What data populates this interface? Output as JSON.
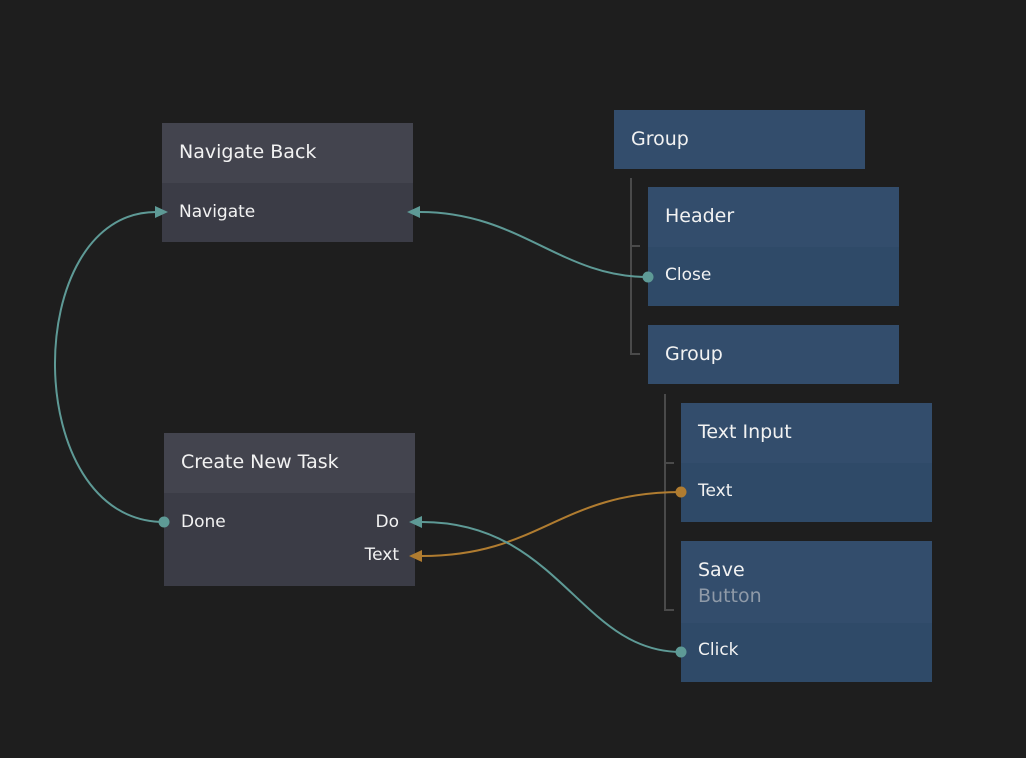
{
  "colors": {
    "background": "#1e1e1e",
    "logic_node": "#3b3c46",
    "visual_node": "#2f4a68",
    "signal_wire": "#5e9a96",
    "data_wire": "#b07c30"
  },
  "nodes": {
    "navigate_back": {
      "title": "Navigate Back",
      "ports": {
        "navigate": "Navigate"
      }
    },
    "create_new_task": {
      "title": "Create New Task",
      "ports": {
        "done": "Done",
        "do": "Do",
        "text": "Text"
      }
    },
    "group_top": {
      "title": "Group"
    },
    "header": {
      "title": "Header",
      "ports": {
        "close": "Close"
      }
    },
    "group_inner": {
      "title": "Group"
    },
    "text_input": {
      "title": "Text Input",
      "ports": {
        "text": "Text"
      }
    },
    "save": {
      "title": "Save",
      "subtitle": "Button",
      "ports": {
        "click": "Click"
      }
    }
  },
  "connections": [
    {
      "from": "header.close",
      "to": "navigate_back.navigate",
      "kind": "signal"
    },
    {
      "from": "create_new_task.done",
      "to": "navigate_back.navigate",
      "kind": "signal"
    },
    {
      "from": "text_input.text",
      "to": "create_new_task.text",
      "kind": "data"
    },
    {
      "from": "save.click",
      "to": "create_new_task.do",
      "kind": "signal"
    }
  ]
}
